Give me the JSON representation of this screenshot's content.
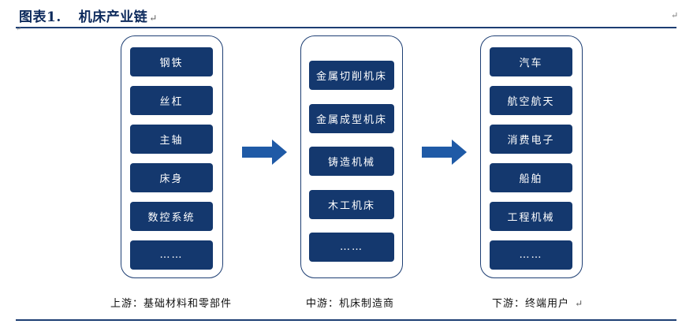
{
  "header": {
    "title_prefix": "图表1.",
    "title_text": "机床产业链"
  },
  "columns": {
    "upstream": {
      "items": [
        "钢铁",
        "丝杠",
        "主轴",
        "床身",
        "数控系统",
        "……"
      ],
      "caption": "上游：基础材料和零部件"
    },
    "midstream": {
      "items": [
        "金属切削机床",
        "金属成型机床",
        "铸造机械",
        "木工机床",
        "……"
      ],
      "caption": "中游：机床制造商"
    },
    "downstream": {
      "items": [
        "汽车",
        "航空航天",
        "消费电子",
        "船舶",
        "工程机械",
        "……"
      ],
      "caption": "下游：终端用户"
    }
  },
  "colors": {
    "box_fill": "#14386e",
    "border": "#1d3e73",
    "arrow": "#1f5aa6"
  },
  "icons": {
    "flow_arrow": "right-arrow-icon",
    "paragraph_mark": "return-mark-icon"
  }
}
